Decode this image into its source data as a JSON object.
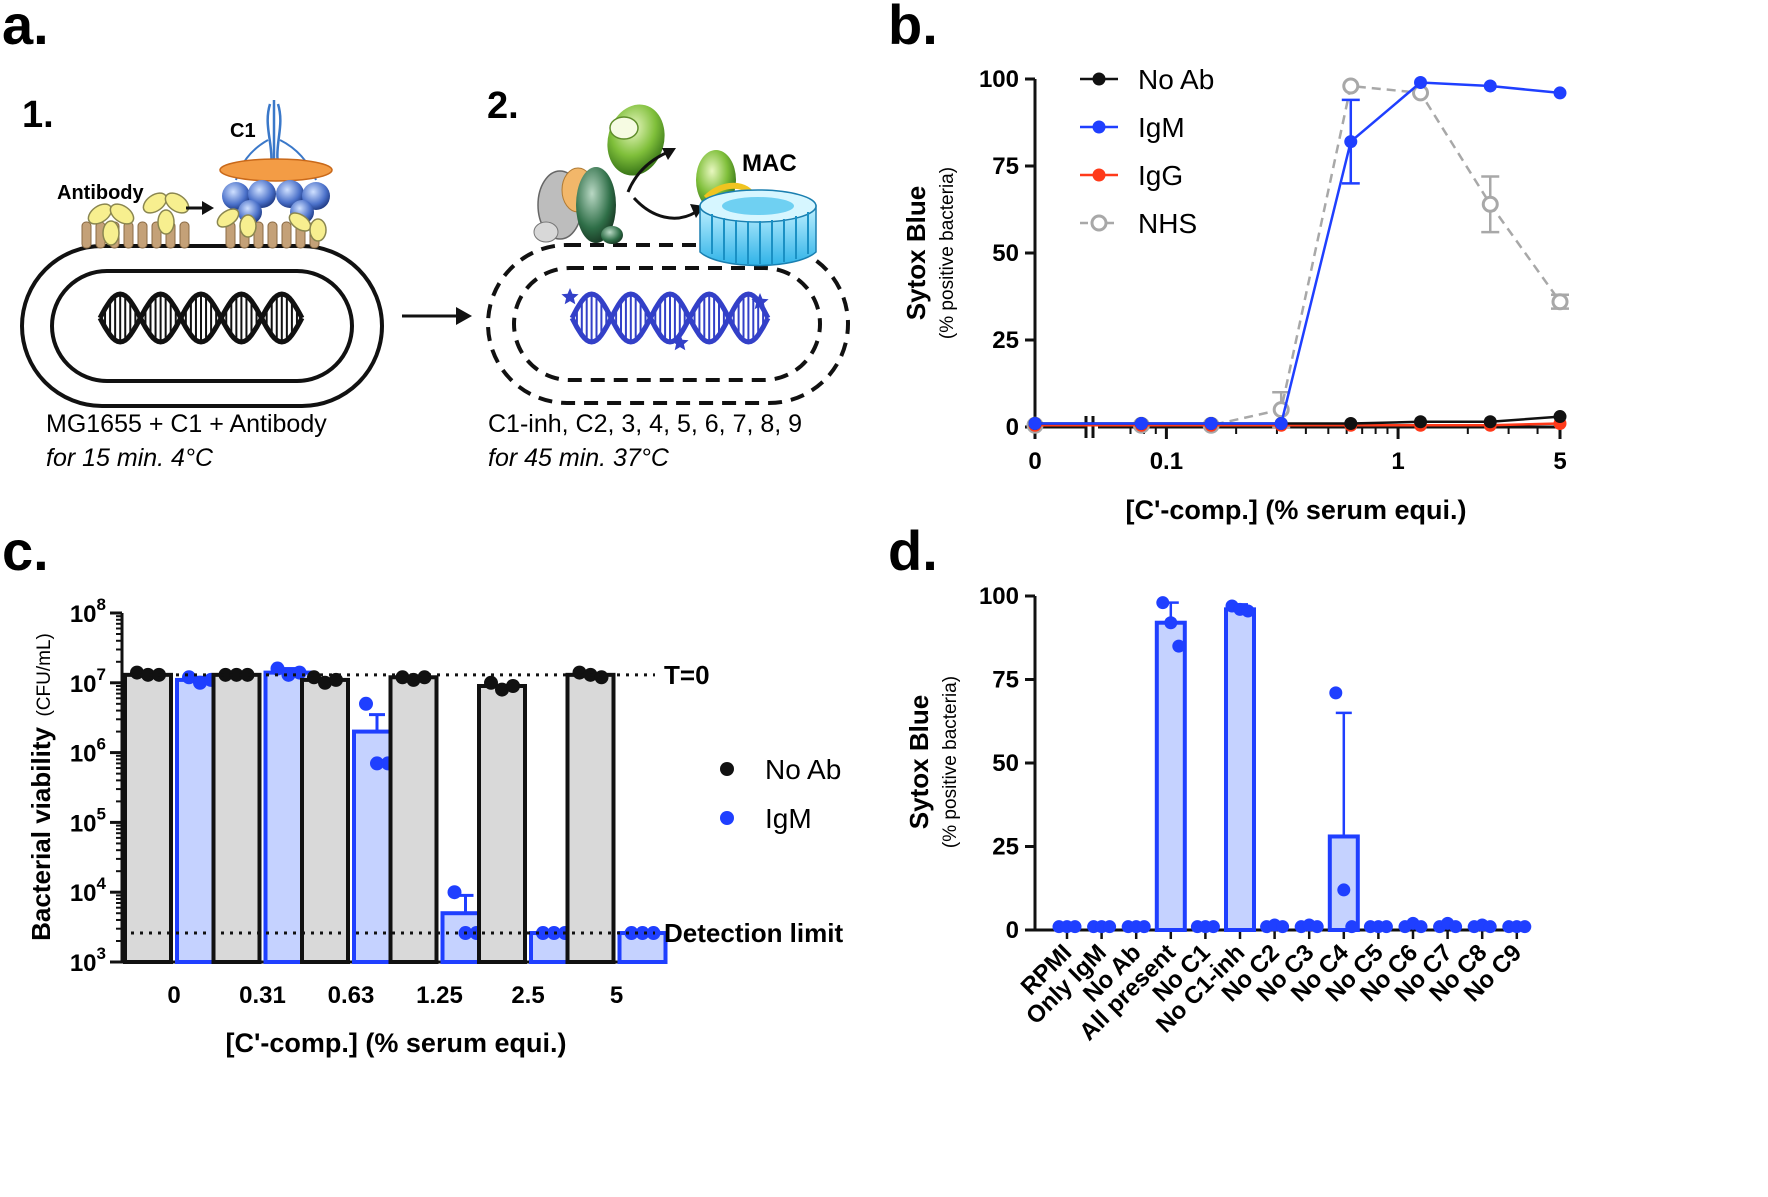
{
  "panels": {
    "a": "a.",
    "b": "b.",
    "c": "c.",
    "d": "d."
  },
  "schematic": {
    "step1": {
      "number": "1.",
      "antibody_label": "Antibody",
      "c1_label": "C1",
      "caption_line1": "MG1655 + C1 + Antibody",
      "caption_line2": "for 15 min. 4°C"
    },
    "step2": {
      "number": "2.",
      "mac_label": "MAC",
      "caption_line1": "C1-inh, C2, 3, 4, 5, 6, 7, 8, 9",
      "caption_line2": "for 45 min. 37°C"
    }
  },
  "chart_data": [
    {
      "id": "b",
      "type": "line",
      "ylabel": "Sytox Blue",
      "ylabel_sub": "(% positive bacteria)",
      "xlabel": "[C'-comp.] (% serum equi.)",
      "x_scale": "log with broken axis at 0",
      "ylim": [
        0,
        100
      ],
      "y_ticks": [
        "0",
        "25",
        "50",
        "75",
        "100"
      ],
      "x_ticks": [
        "0",
        "0.1",
        "1",
        "5"
      ],
      "x": [
        0,
        0.078,
        0.156,
        0.313,
        0.625,
        1.25,
        2.5,
        5
      ],
      "legend_position": "top-left",
      "series": [
        {
          "name": "No Ab",
          "color": "#111111",
          "dashed": false,
          "open": false,
          "values": [
            1,
            1,
            1,
            1,
            1,
            1.5,
            1.5,
            3
          ],
          "err": [
            0,
            0,
            0,
            0,
            0,
            0,
            0,
            0
          ]
        },
        {
          "name": "IgM",
          "color": "#1f3fff",
          "dashed": false,
          "open": false,
          "values": [
            1,
            1,
            1,
            1,
            82,
            99,
            98,
            96
          ],
          "err": [
            0,
            0,
            0,
            0,
            12,
            0,
            0,
            0
          ]
        },
        {
          "name": "IgG",
          "color": "#ff3a1a",
          "dashed": false,
          "open": false,
          "values": [
            0.5,
            0.5,
            0.5,
            0.5,
            0.5,
            0.5,
            0.5,
            1
          ],
          "err": [
            0,
            0,
            0,
            0,
            0,
            0,
            0,
            0
          ]
        },
        {
          "name": "NHS",
          "color": "#a8a8a8",
          "dashed": true,
          "open": true,
          "values": [
            0.5,
            0.5,
            0.5,
            5,
            98,
            96,
            64,
            36
          ],
          "err": [
            0,
            0,
            0,
            5,
            0,
            0,
            8,
            2
          ]
        }
      ]
    },
    {
      "id": "c",
      "type": "bar",
      "ylabel": "Bacterial viability",
      "ylabel_unit": "(CFU/mL)",
      "xlabel": "[C'-comp.] (% serum equi.)",
      "y_scale": "log",
      "ylim": [
        1000,
        100000000
      ],
      "y_tick_exponents": [
        "3",
        "4",
        "5",
        "6",
        "7",
        "8"
      ],
      "categories": [
        "0",
        "0.31",
        "0.63",
        "1.25",
        "2.5",
        "5"
      ],
      "legend_position": "right",
      "reference_lines": [
        {
          "label": "T=0",
          "value": 13000000
        },
        {
          "label": "Detection limit",
          "value": 2600
        }
      ],
      "series": [
        {
          "name": "No Ab",
          "color": "#111111",
          "bar_fill": "#d9d9d9",
          "values": [
            13000000,
            13000000,
            11000000,
            12000000,
            9000000,
            13000000
          ],
          "points": [
            [
              14000000,
              13000000,
              13000000
            ],
            [
              13000000,
              13000000,
              13000000
            ],
            [
              12000000,
              10000000,
              11000000
            ],
            [
              12000000,
              11000000,
              12000000
            ],
            [
              10000000,
              8000000,
              9000000
            ],
            [
              14000000,
              13000000,
              12000000
            ]
          ]
        },
        {
          "name": "IgM",
          "color": "#1f3fff",
          "bar_fill": "#c5d2ff",
          "values": [
            11000000,
            14000000,
            2000000,
            5000,
            2600,
            2600
          ],
          "err_high": [
            12000000,
            16000000,
            3500000,
            9000,
            2600,
            2600
          ],
          "points": [
            [
              12000000,
              10000000,
              11000000
            ],
            [
              16000000,
              13000000,
              14000000
            ],
            [
              5000000,
              700000,
              700000
            ],
            [
              10000,
              2600,
              2600
            ],
            [
              2600,
              2600,
              2600
            ],
            [
              2600,
              2600,
              2600
            ]
          ]
        }
      ]
    },
    {
      "id": "d",
      "type": "bar",
      "ylabel": "Sytox Blue",
      "ylabel_sub": "(% positive bacteria)",
      "ylim": [
        0,
        100
      ],
      "y_ticks": [
        "0",
        "25",
        "50",
        "75",
        "100"
      ],
      "categories": [
        "RPMI",
        "Only IgM",
        "No Ab",
        "All present",
        "No C1",
        "No C1-inh",
        "No C2",
        "No C3",
        "No C4",
        "No C5",
        "No C6",
        "No C7",
        "No C8",
        "No C9"
      ],
      "series": [
        {
          "name": "IgM",
          "color": "#1f3fff",
          "bar_fill": "#c5d2ff",
          "values": [
            1,
            1,
            1,
            92,
            1,
            96,
            1,
            1,
            28,
            1,
            1,
            1,
            1,
            1
          ],
          "err": [
            0,
            0,
            0,
            6,
            0,
            1.5,
            0,
            0,
            37,
            0,
            0,
            0,
            0,
            0
          ],
          "points": [
            [
              1,
              1,
              1
            ],
            [
              1,
              1,
              1
            ],
            [
              1,
              1,
              1
            ],
            [
              98,
              92,
              85
            ],
            [
              1,
              1,
              1
            ],
            [
              97,
              96,
              95.5
            ],
            [
              1,
              1.5,
              1
            ],
            [
              1,
              1.5,
              1
            ],
            [
              71,
              12,
              1
            ],
            [
              1,
              1,
              1
            ],
            [
              1,
              2,
              1
            ],
            [
              1,
              2,
              1
            ],
            [
              1,
              1.5,
              1
            ],
            [
              1,
              1,
              1
            ]
          ]
        }
      ]
    }
  ]
}
